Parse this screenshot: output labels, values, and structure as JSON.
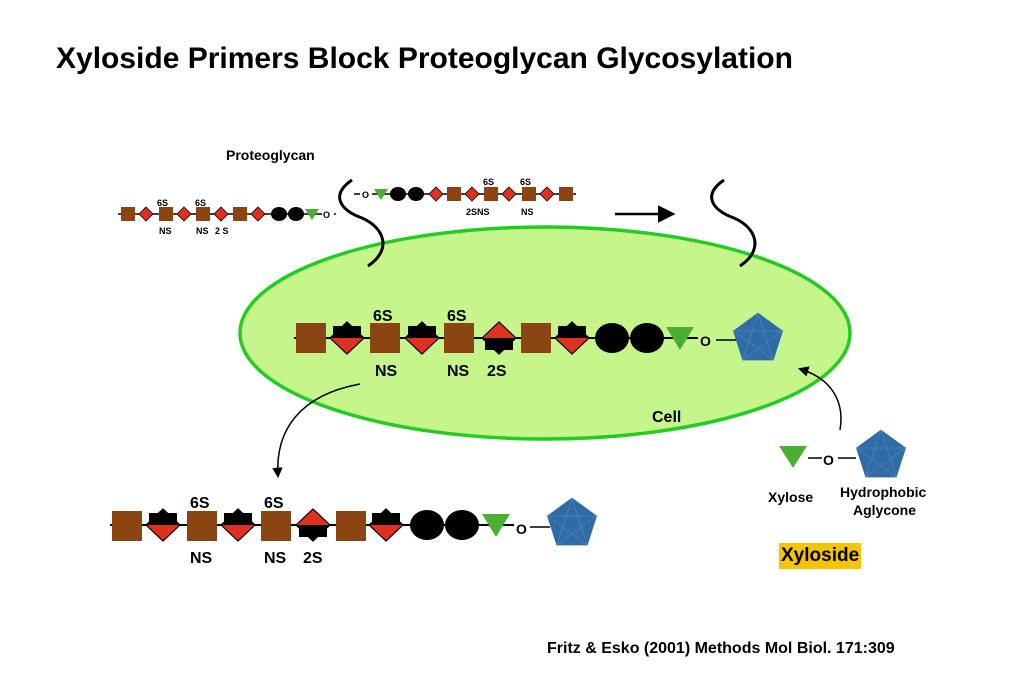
{
  "title": "Xyloside Primers Block Proteoglycan Glycosylation",
  "proteoglycan_label": "Proteoglycan",
  "cell_label": "Cell",
  "linkage_label": "O",
  "modifications": {
    "six_s": "6S",
    "ns": "NS",
    "two_s": "2S",
    "two_s_tight": "2 S",
    "two_s_ns": "2SNS"
  },
  "xylose_label": "Xylose",
  "aglycone_label_line1": "Hydrophobic",
  "aglycone_label_line2": "Aglycone",
  "xyloside_label": "Xyloside",
  "citation": "Fritz & Esko (2001) Methods Mol Biol. 171:309",
  "colors": {
    "glcnac_brown": "#8B4513",
    "glca_red": "#E03020",
    "galnac_black": "#000000",
    "xylose_green": "#4CAF32",
    "aglycone_blue": "#2F6CA5",
    "cell_fill": "#C6F58C",
    "cell_border": "#22CC22",
    "highlight_yellow": "#F5C400"
  },
  "icons": [
    "brown-square-icon",
    "red-diamond-icon",
    "black-circle-icon",
    "green-triangle-icon",
    "blue-pentagon-icon"
  ]
}
